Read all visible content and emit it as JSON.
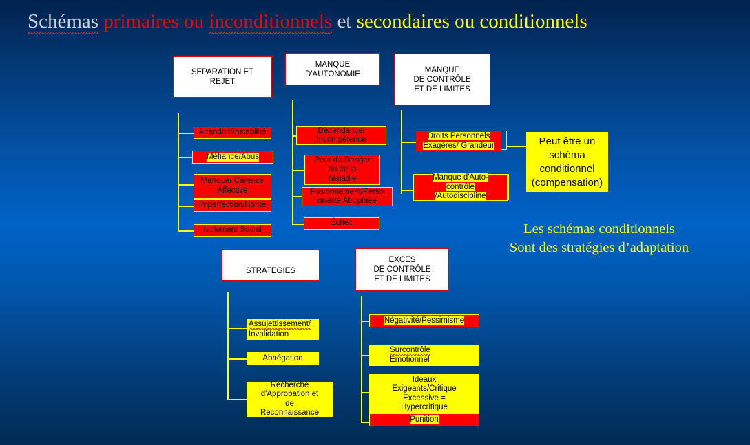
{
  "slide": {
    "title_segments": [
      {
        "text": "Schémas",
        "style": "silver-underline-spell"
      },
      {
        "text": " primaires ou ",
        "style": "red"
      },
      {
        "text": "inconditionnels",
        "style": "red-underline-spell"
      },
      {
        "text": " et ",
        "style": "silver"
      },
      {
        "text": "secondaires ou conditionnels",
        "style": "yellow"
      }
    ],
    "title_plain": "Schémas primaires ou inconditionnels et secondaires ou conditionnels",
    "background_top_color": "#01224e",
    "background_mid_color": "#0062c6",
    "background_bottom_color": "#012b55"
  },
  "domains": {
    "separation": {
      "header": "SEPARATION ET REJET",
      "header_lines": [
        "SEPARATION ET",
        "REJET"
      ],
      "items": [
        {
          "lines": [
            "Abandon/Instabilité"
          ],
          "fill": "#ff0000",
          "border": "#ffff00",
          "highlight": false
        },
        {
          "lines": [
            "Méfiance/Abus"
          ],
          "fill": "#ff0000",
          "border": "#ffff00",
          "highlight": true
        },
        {
          "lines": [
            "Manque/ Carence",
            "Affective"
          ],
          "fill": "#ff0000",
          "border": "#ffff00",
          "highlight": false,
          "spellcheck_line": 1
        },
        {
          "lines": [
            "Imperfection/Honte"
          ],
          "fill": "#ff0000",
          "border": "#ffff00",
          "highlight": false
        },
        {
          "lines": [
            "Isolement Social"
          ],
          "fill": "#ff0000",
          "border": "#ffff00",
          "highlight": false
        }
      ]
    },
    "autonomie": {
      "header": "MANQUE D'AUTONOMIE",
      "header_lines": [
        "MANQUE",
        "D'AUTONOMIE"
      ],
      "items": [
        {
          "lines": [
            "Dépendance/",
            "Incompétence"
          ],
          "fill": "#ff0000",
          "border": "#ffff00",
          "highlight": false
        },
        {
          "lines": [
            "Peur du Danger",
            "ou de la",
            "Maladie"
          ],
          "fill": "#ff0000",
          "border": "#ffff00",
          "highlight": false
        },
        {
          "lines": [
            "Fusionnement/Perso",
            "nnalité Atrophiée"
          ],
          "fill": "#ff0000",
          "border": "#ffff00",
          "highlight": false
        },
        {
          "lines": [
            "Échec"
          ],
          "fill": "#ff0000",
          "border": "#ffff00",
          "highlight": false
        }
      ]
    },
    "controle": {
      "header": "MANQUE DE CONTRÔLE ET DE LIMITES",
      "header_lines": [
        "MANQUE",
        "DE CONTRÔLE",
        "ET DE LIMITES"
      ],
      "items": [
        {
          "lines": [
            "Droits Personnels",
            "Exagérés/ Grandeur"
          ],
          "fill": "#ff0000",
          "border": "#ffff00",
          "highlight": true
        },
        {
          "lines": [
            "Manque d'Auto-",
            "contrôle",
            "/Autodiscipline"
          ],
          "fill": "#ff0000",
          "border": "#ffff00",
          "highlight": true,
          "spellcheck_line": 2
        }
      ]
    },
    "strategies": {
      "header": "STRATEGIES",
      "header_lines": [
        "STRATEGIES"
      ],
      "items": [
        {
          "lines": [
            "Assujettissement/",
            "Invalidation"
          ],
          "fill": "#ffff00",
          "border": "none",
          "highlight": false,
          "spellcheck_line": 0
        },
        {
          "lines": [
            "Abnégation"
          ],
          "fill": "#ffff00",
          "border": "none",
          "highlight": false
        },
        {
          "lines": [
            "Recherche",
            "d'Approbation et",
            "de",
            "Reconnaissance"
          ],
          "fill": "#ffff00",
          "border": "none",
          "highlight": false
        }
      ]
    },
    "exces": {
      "header": "EXCES DE CONTRÔLE ET DE LIMITES",
      "header_lines": [
        "EXCES",
        "DE CONTRÔLE",
        "ET DE LIMITES"
      ],
      "items": [
        {
          "lines": [
            "Négativité/Pessimisme"
          ],
          "fill": "#ff0000",
          "border": "#ffff00",
          "highlight": true
        },
        {
          "lines": [
            "Surcontrôle",
            "Émotionnel"
          ],
          "fill": "#ffff00",
          "border": "none",
          "highlight": false,
          "spellcheck_line": 0
        },
        {
          "lines": [
            "Idéaux",
            "Exigeants/Critique",
            "Excessive =",
            "Hypercritique"
          ],
          "fill": "#ffff00",
          "border": "none",
          "highlight": false
        },
        {
          "lines": [
            "Punition"
          ],
          "fill": "#ff0000",
          "border": "#ffff00",
          "highlight": true
        }
      ]
    }
  },
  "callout": {
    "lines": [
      "Peut être un",
      "schéma",
      "conditionnel",
      "(compensation)"
    ],
    "text": "Peut être un schéma conditionnel (compensation)",
    "fill": "#ffff00",
    "text_color": "#000000"
  },
  "note": {
    "line1": "Les schémas conditionnels",
    "line2": "Sont des stratégies d’adaptation",
    "color": "#ffff00"
  }
}
